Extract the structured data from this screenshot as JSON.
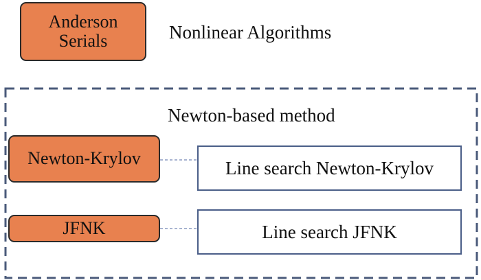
{
  "legend": {
    "box_label_line1": "Anderson",
    "box_label_line2": "Serials",
    "caption": "Nonlinear Algorithms"
  },
  "group": {
    "title": "Newton-based method",
    "border_color": "#4a5a7a"
  },
  "rows": [
    {
      "method": "Newton-Krylov",
      "variant": "Line search Newton-Krylov"
    },
    {
      "method": "JFNK",
      "variant": "Line search JFNK"
    }
  ],
  "colors": {
    "orange_fill": "#e8814f",
    "blue_border": "#4a5e88",
    "connector": "#8a9ac0"
  }
}
